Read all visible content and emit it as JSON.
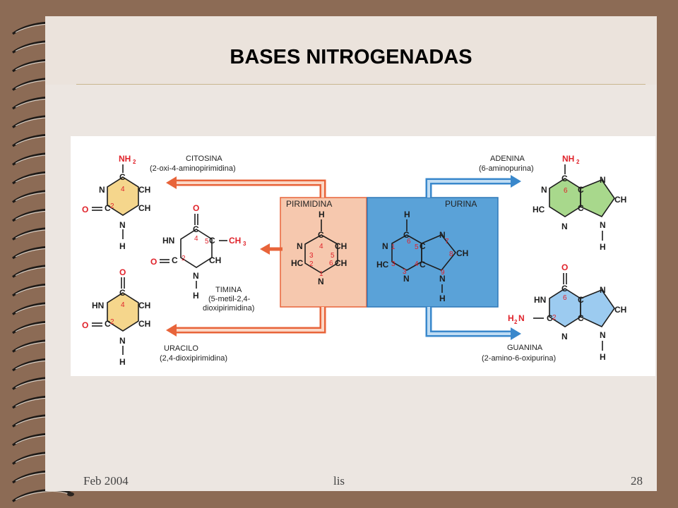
{
  "slide": {
    "title": "BASES NITROGENADAS",
    "footer": {
      "date": "Feb 2004",
      "author": "lis",
      "page": "28"
    }
  },
  "colors": {
    "frame": "#8c6b55",
    "slide": "#ece6e1",
    "pyrimidine_box": "#f6c8ae",
    "purine_box": "#5aa2d8",
    "arrow_red": "#e8643a",
    "arrow_blue": "#3a88cc",
    "cytosine_fill": "#f5d68c",
    "adenine_fill": "#a8d88c",
    "guanine_fill": "#9ccbf0",
    "label_red": "#e0222a"
  },
  "figure": {
    "pyrimidine_label": "PIRIMIDINA",
    "purine_label": "PURINA",
    "cytosine": {
      "name": "CITOSINA",
      "desc": "(2-oxi-4-aminopirimidina)"
    },
    "thymine": {
      "name": "TIMINA",
      "desc1": "(5-metil-2,4-",
      "desc2": "dioxipirimidina)"
    },
    "uracil": {
      "name": "URACILO",
      "desc": "(2,4-dioxipirimidina)"
    },
    "adenine": {
      "name": "ADENINA",
      "desc": "(6-aminopurina)"
    },
    "guanine": {
      "name": "GUANINA",
      "desc": "(2-amino-6-oxipurina)"
    },
    "atoms": {
      "C": "C",
      "N": "N",
      "H": "H",
      "O": "O",
      "CH": "CH",
      "HC": "HC",
      "HN": "HN",
      "NH2": "NH",
      "sub2": "2",
      "CH3": "CH",
      "sub3": "3",
      "H2N": "H",
      "H2N_tail": "N"
    },
    "ring_numbers": [
      "1",
      "2",
      "3",
      "4",
      "5",
      "6",
      "7",
      "8",
      "9"
    ]
  }
}
